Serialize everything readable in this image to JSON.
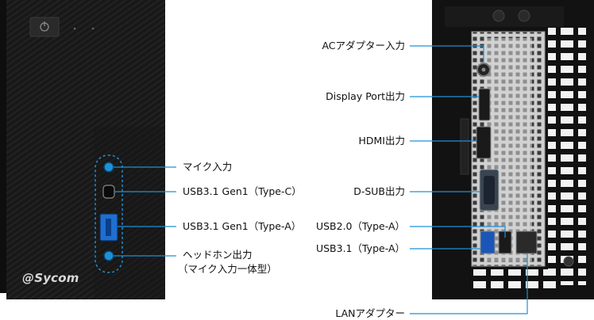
{
  "colors": {
    "accent": "#1e90d8",
    "case": "#1a1a1a"
  },
  "brand": "@Sycom",
  "front_labels": [
    {
      "id": "mic",
      "text": "マイク入力"
    },
    {
      "id": "usbc",
      "text": "USB3.1 Gen1（Type-C）"
    },
    {
      "id": "usba",
      "text": "USB3.1 Gen1（Type-A）"
    },
    {
      "id": "headphone",
      "text": "ヘッドホン出力"
    },
    {
      "id": "headphone_note",
      "text": "（マイク入力一体型）"
    }
  ],
  "rear_labels": [
    {
      "id": "ac",
      "text": "ACアダプター入力"
    },
    {
      "id": "dp",
      "text": "Display Port出力"
    },
    {
      "id": "hdmi",
      "text": "HDMI出力"
    },
    {
      "id": "dsub",
      "text": "D-SUB出力"
    },
    {
      "id": "usb20",
      "text": "USB2.0（Type-A）"
    },
    {
      "id": "usb31",
      "text": "USB3.1（Type-A）"
    },
    {
      "id": "lan",
      "text": "LANアダプター"
    }
  ]
}
